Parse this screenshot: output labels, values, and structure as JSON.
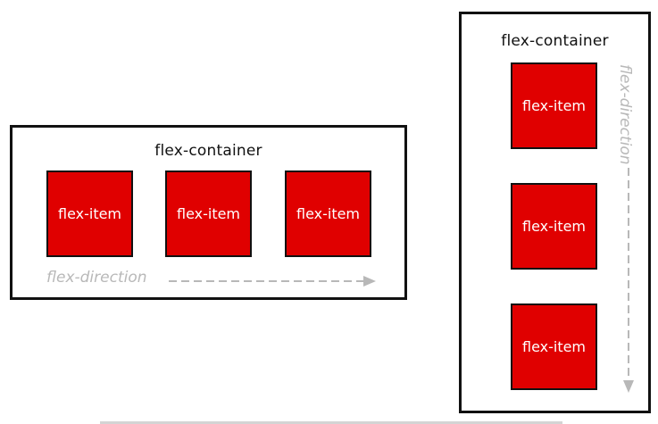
{
  "row_container": {
    "label": "flex-container",
    "items": [
      "flex-item",
      "flex-item",
      "flex-item"
    ],
    "direction_label": "flex-direction"
  },
  "column_container": {
    "label": "flex-container",
    "items": [
      "flex-item",
      "flex-item",
      "flex-item"
    ],
    "direction_label": "flex-direction"
  },
  "colors": {
    "item_fill": "#e00000",
    "item_text": "#ffffff",
    "border": "#111111",
    "direction_text": "#b8b8b8"
  }
}
